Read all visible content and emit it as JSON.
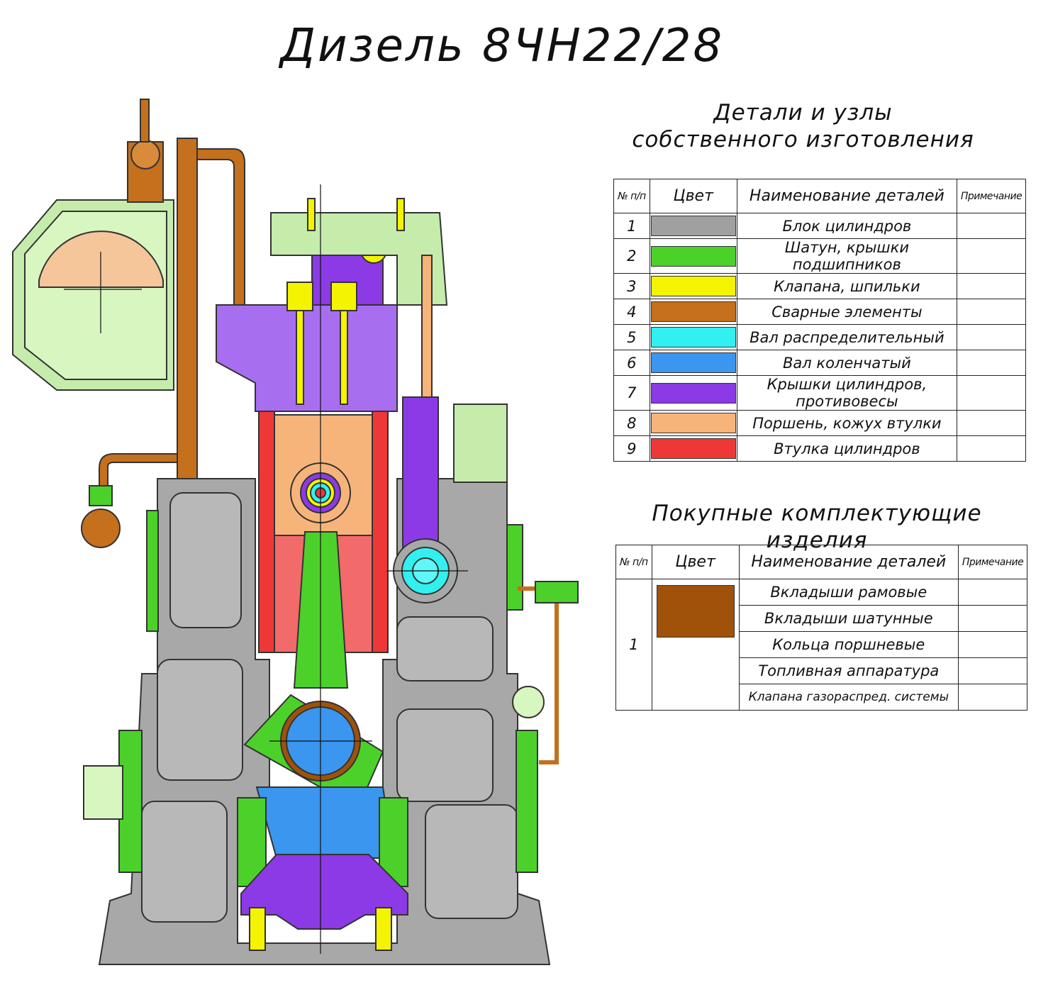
{
  "title": "Дизель 8ЧН22/28",
  "own_parts": {
    "heading_line1": "Детали и узлы",
    "heading_line2": "собственного изготовления",
    "columns": [
      "№ п/п",
      "Цвет",
      "Наименование деталей",
      "Примечание"
    ],
    "rows": [
      {
        "num": "1",
        "color": "#a0a0a0",
        "name": "Блок цилиндров",
        "note": ""
      },
      {
        "num": "2",
        "color": "#4cd12a",
        "name": "Шатун, крышки подшипников",
        "note": ""
      },
      {
        "num": "3",
        "color": "#f4f400",
        "name": "Клапана, шпильки",
        "note": ""
      },
      {
        "num": "4",
        "color": "#c4701c",
        "name": "Сварные элементы",
        "note": ""
      },
      {
        "num": "5",
        "color": "#33f0f0",
        "name": "Вал распределительный",
        "note": ""
      },
      {
        "num": "6",
        "color": "#3a96ee",
        "name": "Вал коленчатый",
        "note": ""
      },
      {
        "num": "7",
        "color": "#8c3ae6",
        "name": "Крышки цилиндров, противовесы",
        "note": ""
      },
      {
        "num": "8",
        "color": "#f7b47a",
        "name": "Поршень, кожух втулки",
        "note": ""
      },
      {
        "num": "9",
        "color": "#ee3838",
        "name": "Втулка цилиндров",
        "note": ""
      }
    ]
  },
  "purchased_parts": {
    "heading": "Покупные комплектующие изделия",
    "columns": [
      "№ п/п",
      "Цвет",
      "Наименование деталей",
      "Примечание"
    ],
    "num": "1",
    "color": "#a0520a",
    "rows": [
      {
        "name": "Вкладыши рамовые",
        "note": ""
      },
      {
        "name": "Вкладыши шатунные",
        "note": ""
      },
      {
        "name": "Кольца поршневые",
        "note": ""
      },
      {
        "name": "Топливная аппаратура",
        "note": ""
      },
      {
        "name": "Клапана газораспред. системы",
        "note": ""
      }
    ]
  }
}
